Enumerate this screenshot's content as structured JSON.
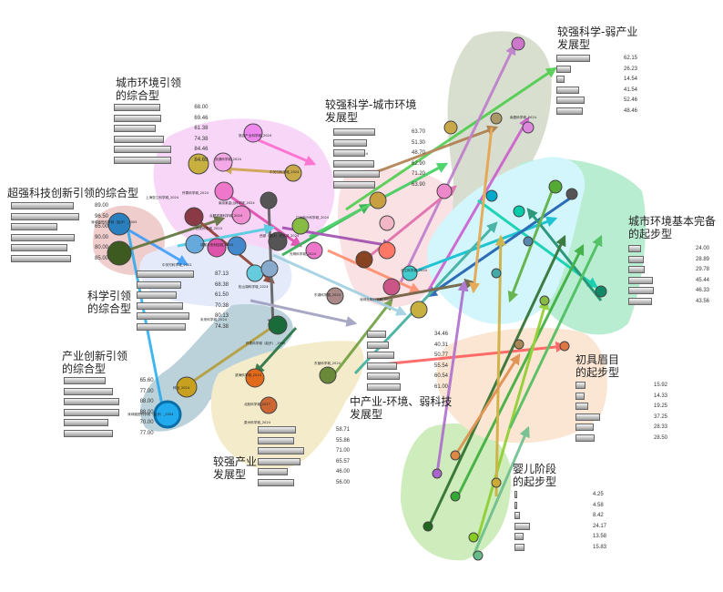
{
  "groups": [
    {
      "id": "g1",
      "title": "城市环境引领\n的综合型",
      "values": [
        "68.00",
        "69.46",
        "61.38",
        "74.38",
        "84.46",
        "84.69"
      ],
      "color": "#ee88ee"
    },
    {
      "id": "g2",
      "title": "较强科学-城市环境\n发展型",
      "values": [
        "63.70",
        "51.30",
        "48.70",
        "62.90",
        "71.20",
        "63.90"
      ],
      "color": "#f2b7c6"
    },
    {
      "id": "g3",
      "title": "较强科学-弱产业\n发展型",
      "values": [
        "62.15",
        "26.23",
        "14.54",
        "41.54",
        "52.46",
        "48.46"
      ],
      "color": "#9aae84"
    },
    {
      "id": "g4",
      "title": "超强科技创新引领的综合型",
      "values": [
        "89.00",
        "96.50",
        "65.00",
        "90.00",
        "80.00",
        "85.00"
      ],
      "color": "#d98a8a"
    },
    {
      "id": "g5",
      "title": "科学引领\n的综合型",
      "values": [
        "87.13",
        "68.38",
        "61.50",
        "70.38",
        "80.13",
        "74.38"
      ],
      "color": "#b9c8f0"
    },
    {
      "id": "g6",
      "title": "城市环境基本完备\n的起步型",
      "values": [
        "24.00",
        "28.89",
        "29.78",
        "45.44",
        "46.33",
        "43.56"
      ],
      "color": "#74dfa8"
    },
    {
      "id": "g7",
      "title": "产业创新引领\n的综合型",
      "values": [
        "65.60",
        "77.00",
        "88.00",
        "88.00",
        "70.00",
        "77.00"
      ],
      "color": "#7aaabb"
    },
    {
      "id": "g8",
      "title": "中产业-环境、弱科技\n发展型",
      "values": [
        "34.46",
        "40.31",
        "50.77",
        "55.54",
        "60.54",
        "61.00"
      ],
      "color": "#a6ecf4"
    },
    {
      "id": "g9",
      "title": "初具眉目\n的起步型",
      "values": [
        "15.92",
        "14.33",
        "19.25",
        "37.25",
        "28.33",
        "28.50"
      ],
      "color": "#f8c49a"
    },
    {
      "id": "g10",
      "title": "较强产业\n发展型",
      "values": [
        "58.71",
        "55.86",
        "71.00",
        "65.57",
        "46.00",
        "56.00"
      ],
      "color": "#e4cf82"
    },
    {
      "id": "g11",
      "title": "婴儿阶段\n的起步型",
      "values": [
        "4.25",
        "4.58",
        "8.42",
        "24.17",
        "13.58",
        "15.83"
      ],
      "color": "#8ed86a"
    }
  ],
  "node_labels": [
    "旅游产业科学城_2024",
    "双湖科学城_2024",
    "中关村科学城_2024",
    "怀柔科学城_2024",
    "上海张江科学城_2024",
    "南京紫金山科学城_2024",
    "合肥滨湖科学城_2024",
    "西安科学城_2024",
    "西部（重庆）科学城_2024",
    "成都未来科技城_2024",
    "广州南沙科学城_2024",
    "光明科学城_2024",
    "松山湖科学城_2024",
    "东湖科学城_2024",
    "深圳光明科学城_2024",
    "中关村科学城_2022",
    "深圳福田科学城（起步）_2005",
    "深圳福田科学城（起步）_2024",
    "未来科学城_2024",
    "怀柔科学城（起步）_1990",
    "滨海科学城_2024",
    "中新科学城_2024",
    "长江科学城_2024",
    "北航科学城_2017",
    "泉州科学城_2024",
    "东营科学城_2024",
    "南昌科学城_2024",
    "科创_2024"
  ]
}
